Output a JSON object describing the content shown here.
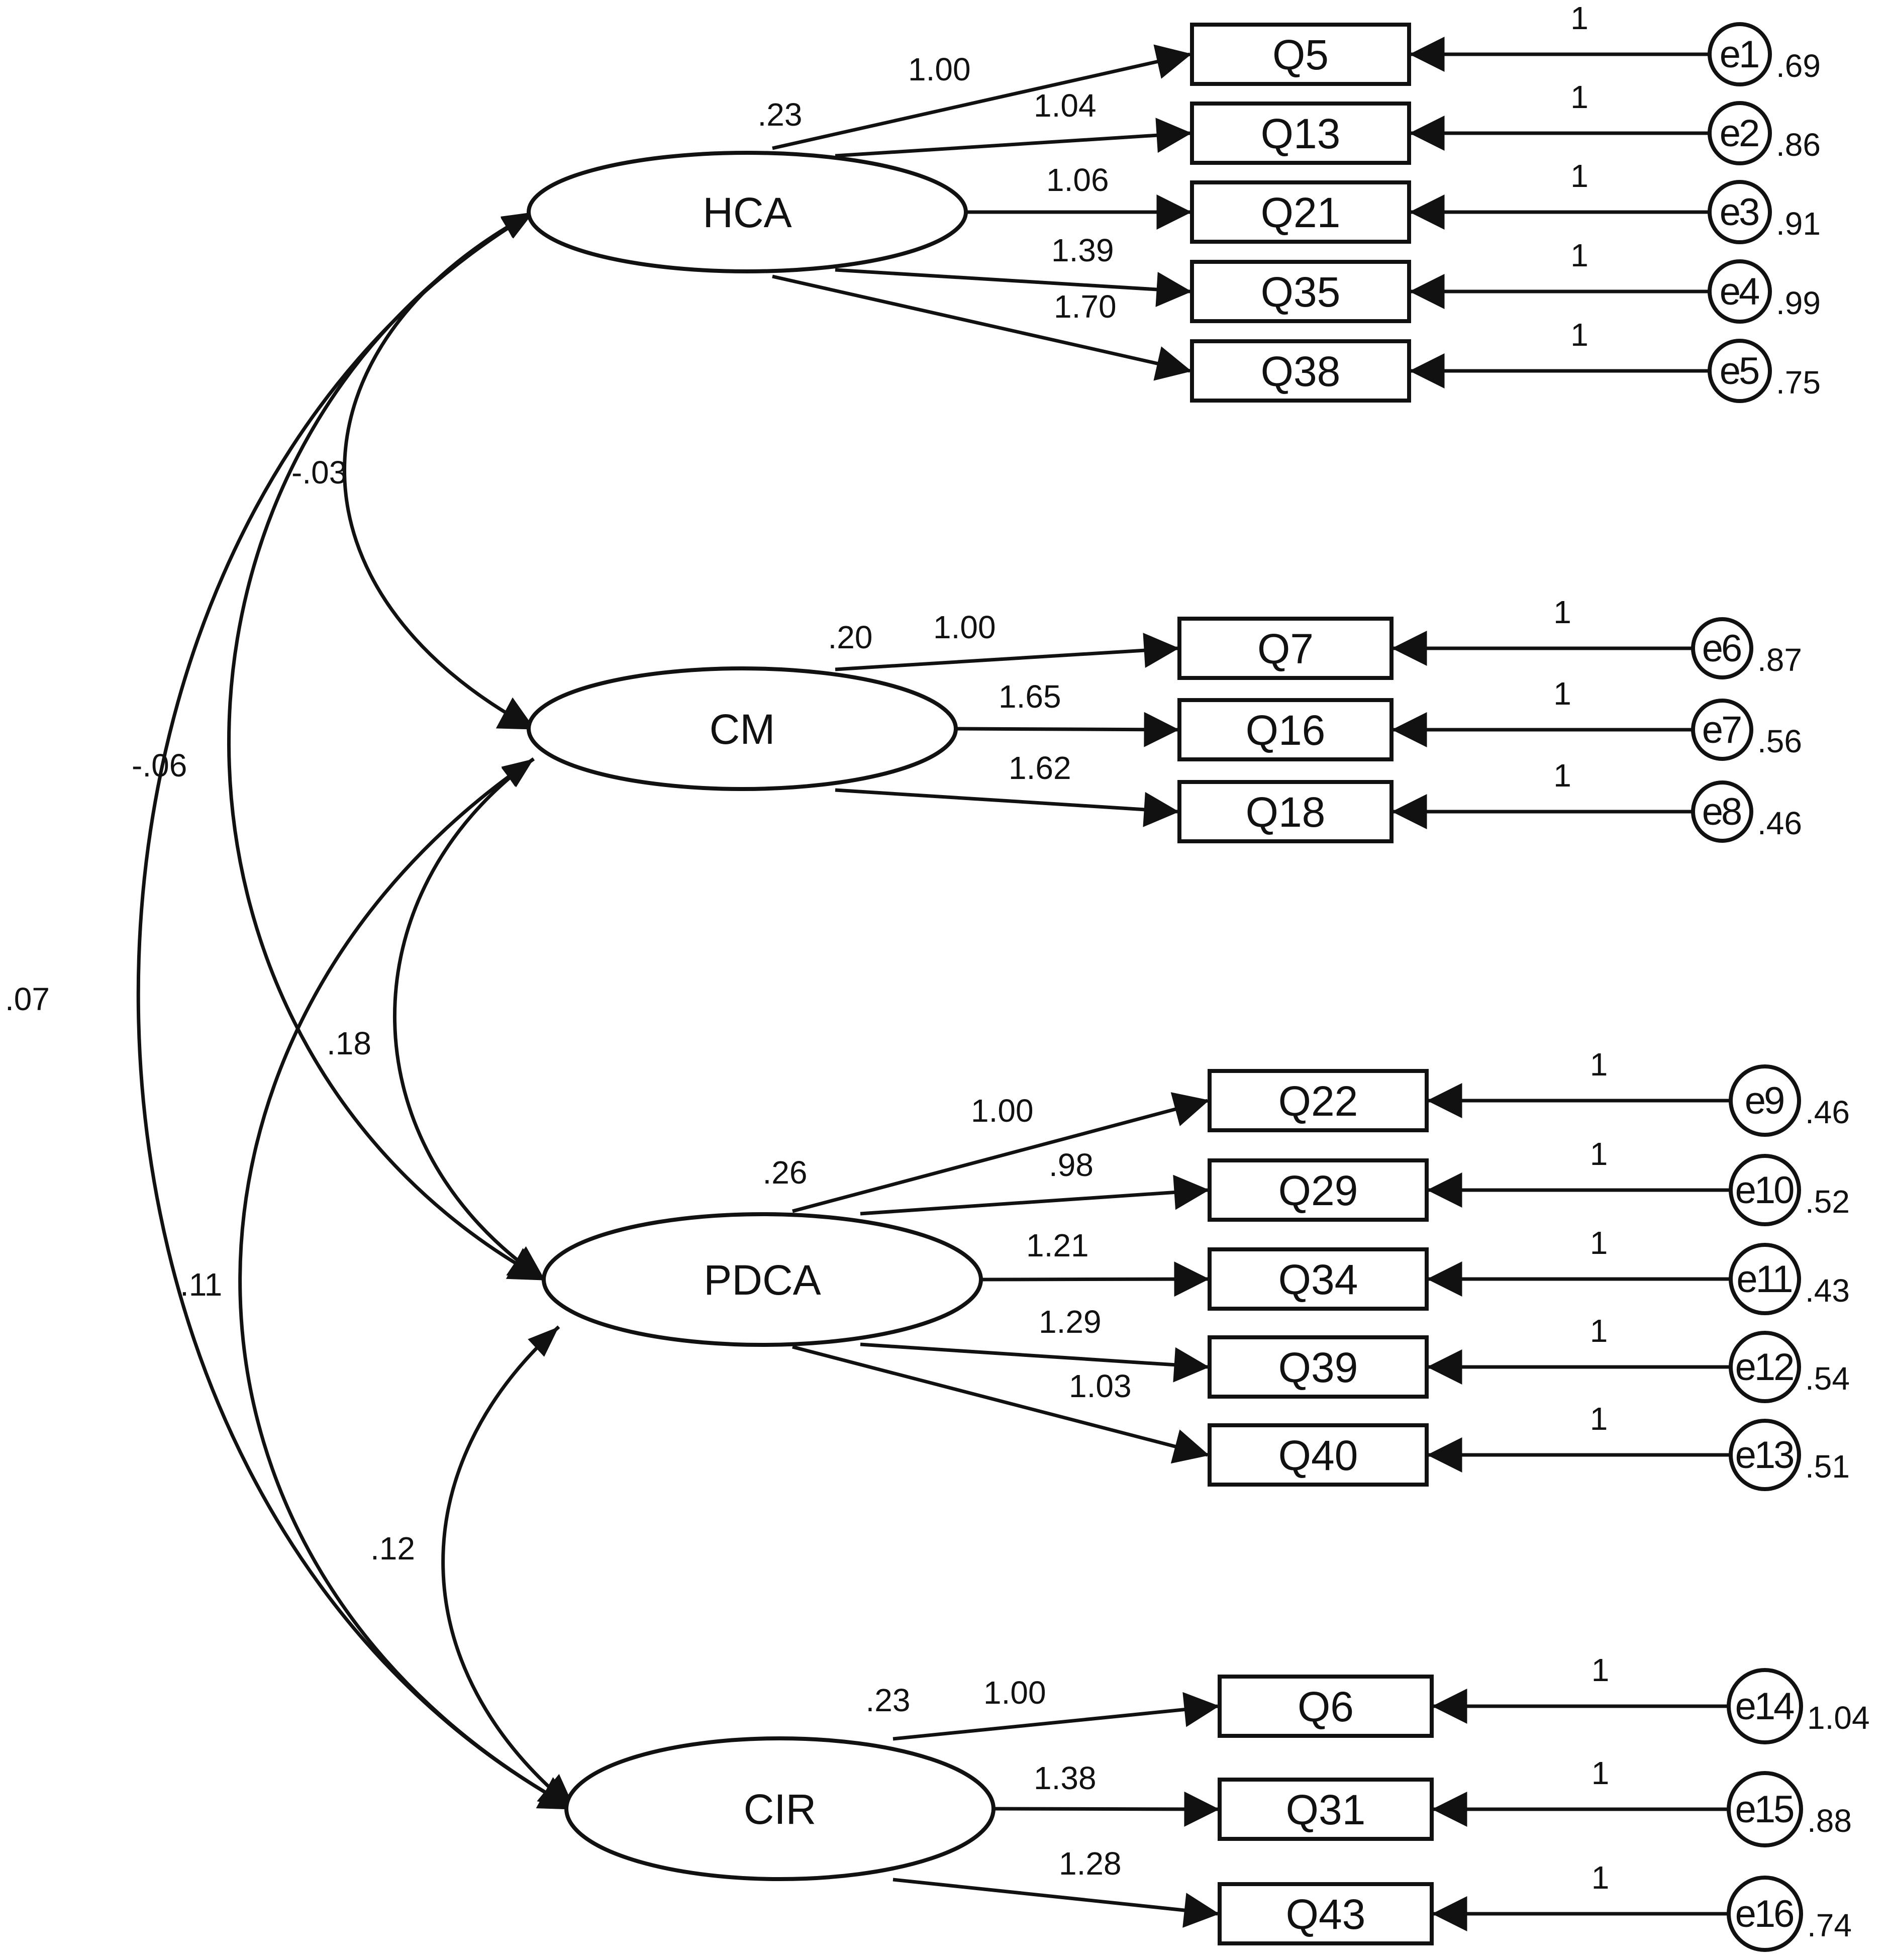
{
  "colors": {
    "ink": "#111111",
    "background": "#ffffff"
  },
  "latents": [
    {
      "id": "HCA",
      "name": "HCA",
      "variance": ".23"
    },
    {
      "id": "CM",
      "name": "CM",
      "variance": ".20"
    },
    {
      "id": "PDCA",
      "name": "PDCA",
      "variance": ".26"
    },
    {
      "id": "CIR",
      "name": "CIR",
      "variance": ".23"
    }
  ],
  "indicators": [
    {
      "name": "Q5",
      "factor": "HCA",
      "loading": "1.00",
      "error": "e1",
      "error_variance": ".69",
      "error_path": "1"
    },
    {
      "name": "Q13",
      "factor": "HCA",
      "loading": "1.04",
      "error": "e2",
      "error_variance": ".86",
      "error_path": "1"
    },
    {
      "name": "Q21",
      "factor": "HCA",
      "loading": "1.06",
      "error": "e3",
      "error_variance": ".91",
      "error_path": "1"
    },
    {
      "name": "Q35",
      "factor": "HCA",
      "loading": "1.39",
      "error": "e4",
      "error_variance": ".99",
      "error_path": "1"
    },
    {
      "name": "Q38",
      "factor": "HCA",
      "loading": "1.70",
      "error": "e5",
      "error_variance": ".75",
      "error_path": "1"
    },
    {
      "name": "Q7",
      "factor": "CM",
      "loading": "1.00",
      "error": "e6",
      "error_variance": ".87",
      "error_path": "1"
    },
    {
      "name": "Q16",
      "factor": "CM",
      "loading": "1.65",
      "error": "e7",
      "error_variance": ".56",
      "error_path": "1"
    },
    {
      "name": "Q18",
      "factor": "CM",
      "loading": "1.62",
      "error": "e8",
      "error_variance": ".46",
      "error_path": "1"
    },
    {
      "name": "Q22",
      "factor": "PDCA",
      "loading": "1.00",
      "error": "e9",
      "error_variance": ".46",
      "error_path": "1"
    },
    {
      "name": "Q29",
      "factor": "PDCA",
      "loading": ".98",
      "error": "e10",
      "error_variance": ".52",
      "error_path": "1"
    },
    {
      "name": "Q34",
      "factor": "PDCA",
      "loading": "1.21",
      "error": "e11",
      "error_variance": ".43",
      "error_path": "1"
    },
    {
      "name": "Q39",
      "factor": "PDCA",
      "loading": "1.29",
      "error": "e12",
      "error_variance": ".54",
      "error_path": "1"
    },
    {
      "name": "Q40",
      "factor": "PDCA",
      "loading": "1.03",
      "error": "e13",
      "error_variance": ".51",
      "error_path": "1"
    },
    {
      "name": "Q6",
      "factor": "CIR",
      "loading": "1.00",
      "error": "e14",
      "error_variance": "1.04",
      "error_path": "1"
    },
    {
      "name": "Q31",
      "factor": "CIR",
      "loading": "1.38",
      "error": "e15",
      "error_variance": ".88",
      "error_path": "1"
    },
    {
      "name": "Q43",
      "factor": "CIR",
      "loading": "1.28",
      "error": "e16",
      "error_variance": ".74",
      "error_path": "1"
    }
  ],
  "covariances": [
    {
      "from": "HCA",
      "to": "CM",
      "value": "-.03"
    },
    {
      "from": "HCA",
      "to": "PDCA",
      "value": "-.06"
    },
    {
      "from": "HCA",
      "to": "CIR",
      "value": ".07"
    },
    {
      "from": "CM",
      "to": "PDCA",
      "value": ".18"
    },
    {
      "from": "CM",
      "to": "CIR",
      "value": ".11"
    },
    {
      "from": "PDCA",
      "to": "CIR",
      "value": ".12"
    }
  ]
}
